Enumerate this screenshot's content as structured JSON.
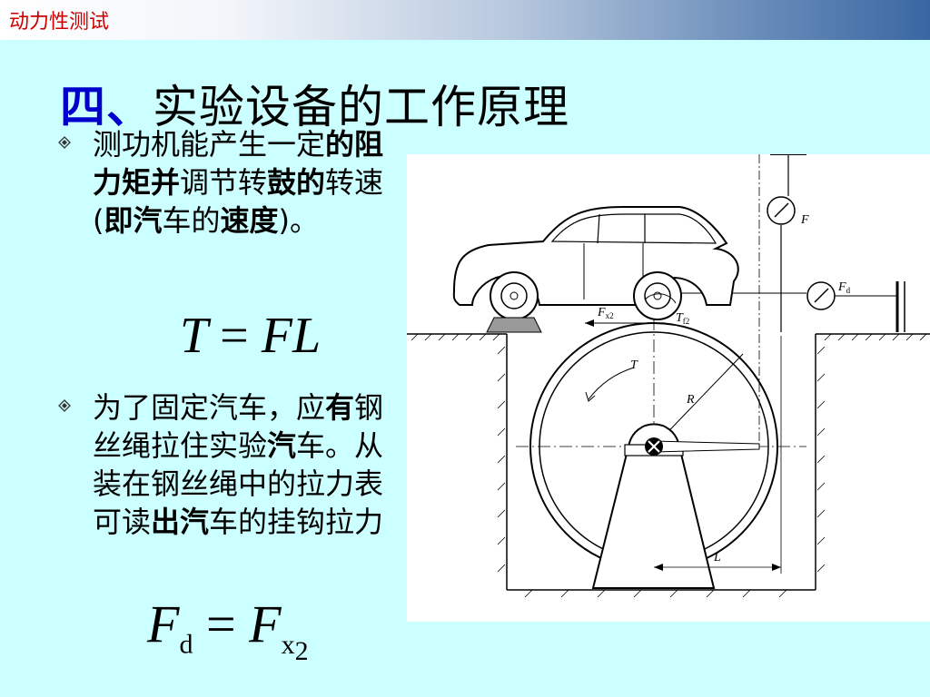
{
  "header": {
    "title": "动力性测试"
  },
  "slide": {
    "title_prefix": "四、",
    "title_main": "实验设备的工作原理"
  },
  "bullets": [
    {
      "parts": [
        {
          "text": "测功机能产生一定",
          "bold": false
        },
        {
          "text": "的阻力矩并",
          "bold": true
        },
        {
          "text": "调节转",
          "bold": false
        },
        {
          "text": "鼓的",
          "bold": true
        },
        {
          "text": "转速(",
          "bold": false
        },
        {
          "text": "即汽",
          "bold": true
        },
        {
          "text": "车的",
          "bold": false
        },
        {
          "text": "速度",
          "bold": true
        },
        {
          "text": ")。",
          "bold": false
        }
      ]
    },
    {
      "parts": [
        {
          "text": "为了固定汽车，应",
          "bold": false
        },
        {
          "text": "有",
          "bold": true
        },
        {
          "text": "钢丝绳拉住实验",
          "bold": false
        },
        {
          "text": "汽",
          "bold": true
        },
        {
          "text": "车。从装在钢丝绳中的拉力表可读",
          "bold": false
        },
        {
          "text": "出汽",
          "bold": true
        },
        {
          "text": "车的挂钩拉力",
          "bold": false
        }
      ]
    }
  ],
  "formulas": {
    "torque": {
      "lhs": "T",
      "eq": "=",
      "rhs": "FL"
    },
    "hook": {
      "lhs": "F",
      "lhs_sub": "d",
      "eq": "=",
      "rhs": "F",
      "rhs_sub": "x",
      "rhs_subsub": "2"
    }
  },
  "figure": {
    "labels": {
      "F": "F",
      "Fd": "F",
      "Fd_sub": "d",
      "Fx2": "F",
      "Fx2_sub": "x2",
      "Tf2": "T",
      "Tf2_sub": "f2",
      "T": "T",
      "R": "R",
      "L": "L"
    }
  },
  "colors": {
    "background": "#ccffff",
    "header_text": "#cc0000",
    "title_prefix": "#0000cc"
  }
}
